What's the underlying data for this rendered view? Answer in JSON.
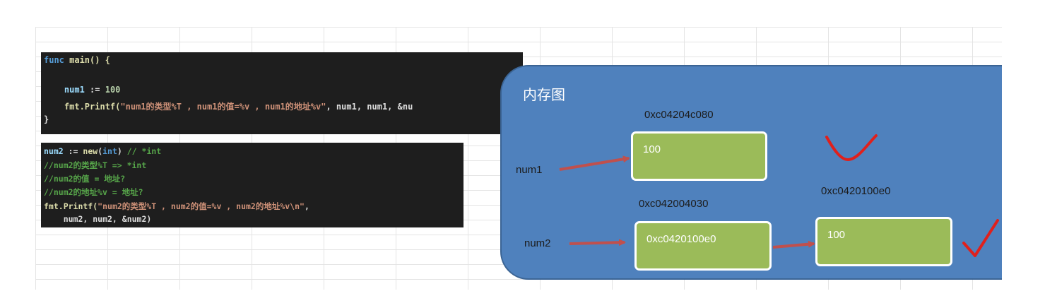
{
  "code_block_1": {
    "lines": [
      "func main() {",
      "",
      "    num1 := 100",
      "    fmt.Printf(\"num1的类型%T , num1的值=%v , num1的地址%v\", num1, num1, &nu",
      "}"
    ],
    "func_kw": "func",
    "main_sig": " main() {",
    "decl_var": "num1",
    "decl_op": " := ",
    "decl_val": "100",
    "printf_call": "fmt.Printf(",
    "printf_str": "\"num1的类型%T , num1的值=%v , num1的地址%v\"",
    "printf_args": ", num1, num1, &nu",
    "close_brace": "}"
  },
  "code_block_2": {
    "line1_var": "num2",
    "line1_op": " := ",
    "line1_fn": "new",
    "line1_open": "(",
    "line1_type": "int",
    "line1_close": ")",
    "line1_comment": " // *int",
    "comment2": "//num2的类型%T => *int",
    "comment3": "//num2的值 = 地址?",
    "comment4": "//num2的地址%v = 地址?",
    "printf_call": "fmt.Printf(",
    "printf_str": "\"num2的类型%T , num2的值=%v , num2的地址%v\\n\"",
    "printf_tail": ",",
    "args_line": "    num2, num2, &num2)"
  },
  "memory_diagram": {
    "title": "内存图",
    "num1_label": "num1",
    "num1_addr": "0xc04204c080",
    "num1_value": "100",
    "num2_label": "num2",
    "num2_addr": "0xc042004030",
    "num2_value": "0xc0420100e0",
    "pointee_addr": "0xc0420100e0",
    "pointee_value": "100"
  },
  "colors": {
    "panel": "#4f81bd",
    "box": "#9bbb59",
    "arrow": "#c0504d",
    "check": "#e0201c"
  }
}
